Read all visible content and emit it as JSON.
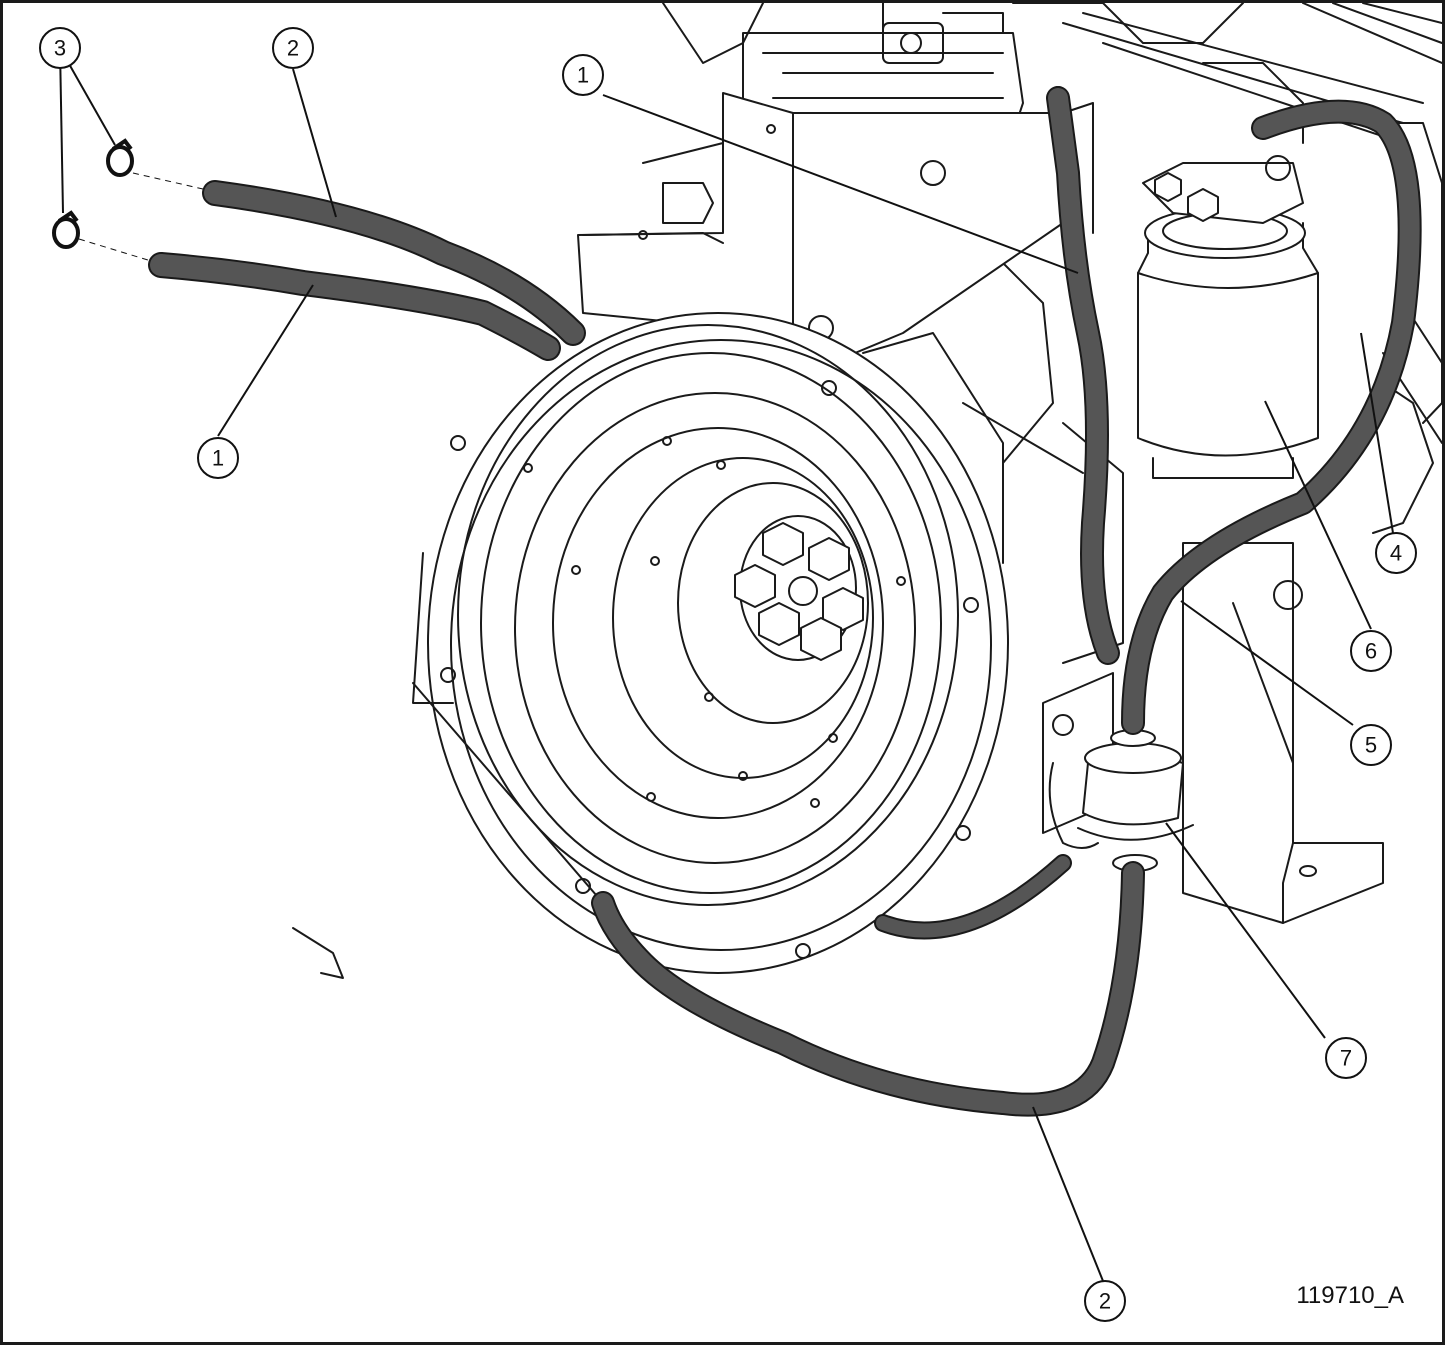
{
  "figure": {
    "id": "119710_A",
    "colors": {
      "hose": "#555555",
      "outline": "#1a1a1a",
      "background": "#ffffff"
    }
  },
  "callouts": [
    {
      "key": "c1a",
      "label": "1"
    },
    {
      "key": "c1b",
      "label": "1"
    },
    {
      "key": "c2a",
      "label": "2"
    },
    {
      "key": "c2b",
      "label": "2"
    },
    {
      "key": "c3",
      "label": "3"
    },
    {
      "key": "c4",
      "label": "4"
    },
    {
      "key": "c5",
      "label": "5"
    },
    {
      "key": "c6",
      "label": "6"
    },
    {
      "key": "c7",
      "label": "7"
    }
  ]
}
